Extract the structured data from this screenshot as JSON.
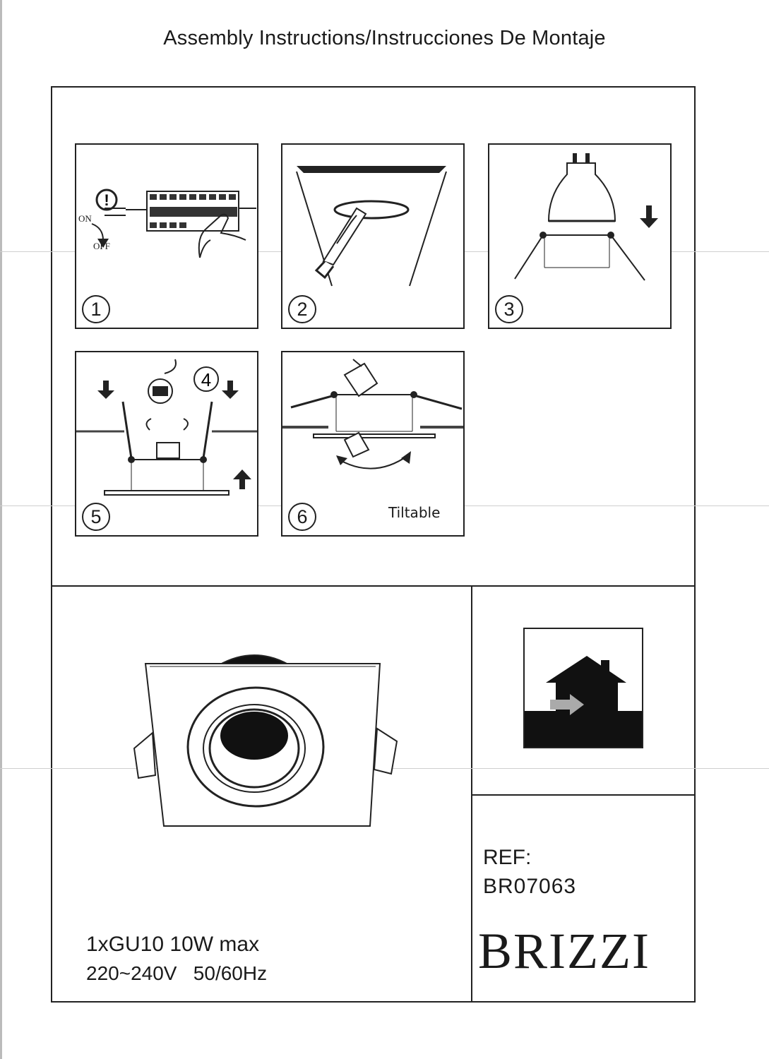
{
  "header": {
    "title": "Assembly Instructions/Instrucciones De Montaje"
  },
  "steps": [
    {
      "number": "1",
      "caption_on": "ON",
      "caption_off": "OFF"
    },
    {
      "number": "2"
    },
    {
      "number": "3"
    },
    {
      "number": "4"
    },
    {
      "number": "5"
    },
    {
      "number": "6",
      "caption": "Tiltable"
    }
  ],
  "product": {
    "spec_lamp": "1xGU10 10W max",
    "spec_power": "220~240V   50/60Hz"
  },
  "ref": {
    "label": "REF:",
    "code": "BR07063"
  },
  "brand": {
    "name": "BRIZZI"
  },
  "icons": [
    "circuit-breaker-icon",
    "saw-icon",
    "gu10-bulb-icon",
    "indoor-use-house-icon"
  ]
}
